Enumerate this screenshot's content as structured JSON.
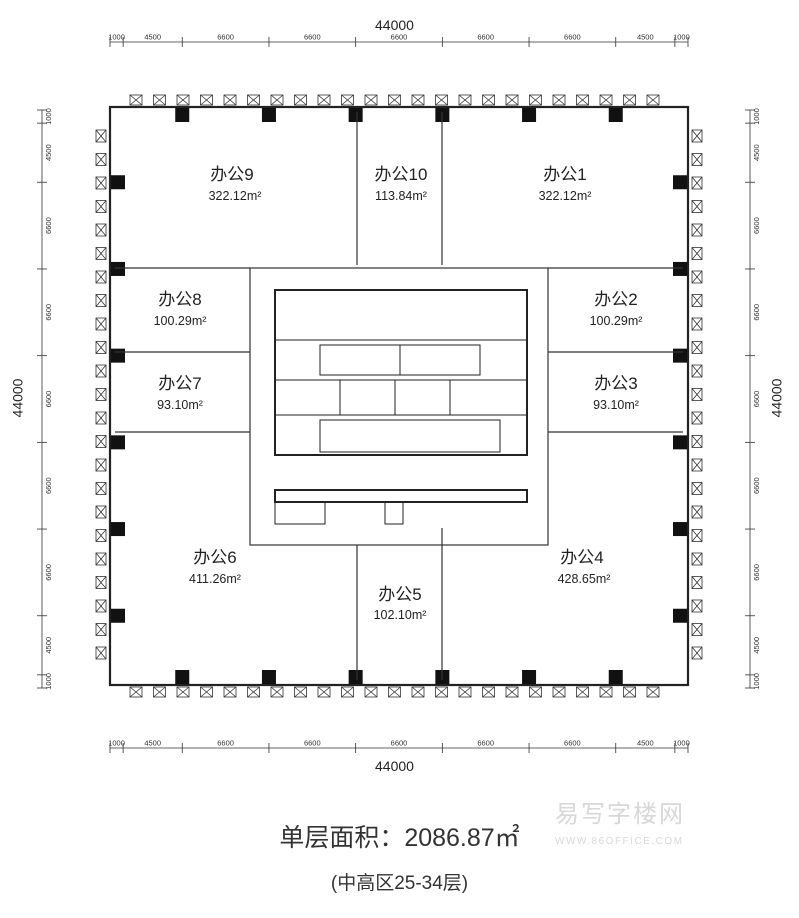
{
  "rooms": [
    {
      "name": "办公9",
      "area": "322.12m²"
    },
    {
      "name": "办公10",
      "area": "113.84m²"
    },
    {
      "name": "办公1",
      "area": "322.12m²"
    },
    {
      "name": "办公8",
      "area": "100.29m²"
    },
    {
      "name": "办公2",
      "area": "100.29m²"
    },
    {
      "name": "办公7",
      "area": "93.10m²"
    },
    {
      "name": "办公3",
      "area": "93.10m²"
    },
    {
      "name": "办公6",
      "area": "411.26m²"
    },
    {
      "name": "办公5",
      "area": "102.10m²"
    },
    {
      "name": "办公4",
      "area": "428.65m²"
    }
  ],
  "dimensions": {
    "total": "44000",
    "segments": [
      "1000",
      "4500",
      "6600",
      "6600",
      "6600",
      "6600",
      "6600",
      "4500",
      "1000"
    ]
  },
  "caption": {
    "main": "单层面积：2086.87㎡",
    "sub": "(中高区25-34层)"
  },
  "watermark": {
    "text": "易写字楼网",
    "url": "WWW.86OFFICE.COM"
  }
}
